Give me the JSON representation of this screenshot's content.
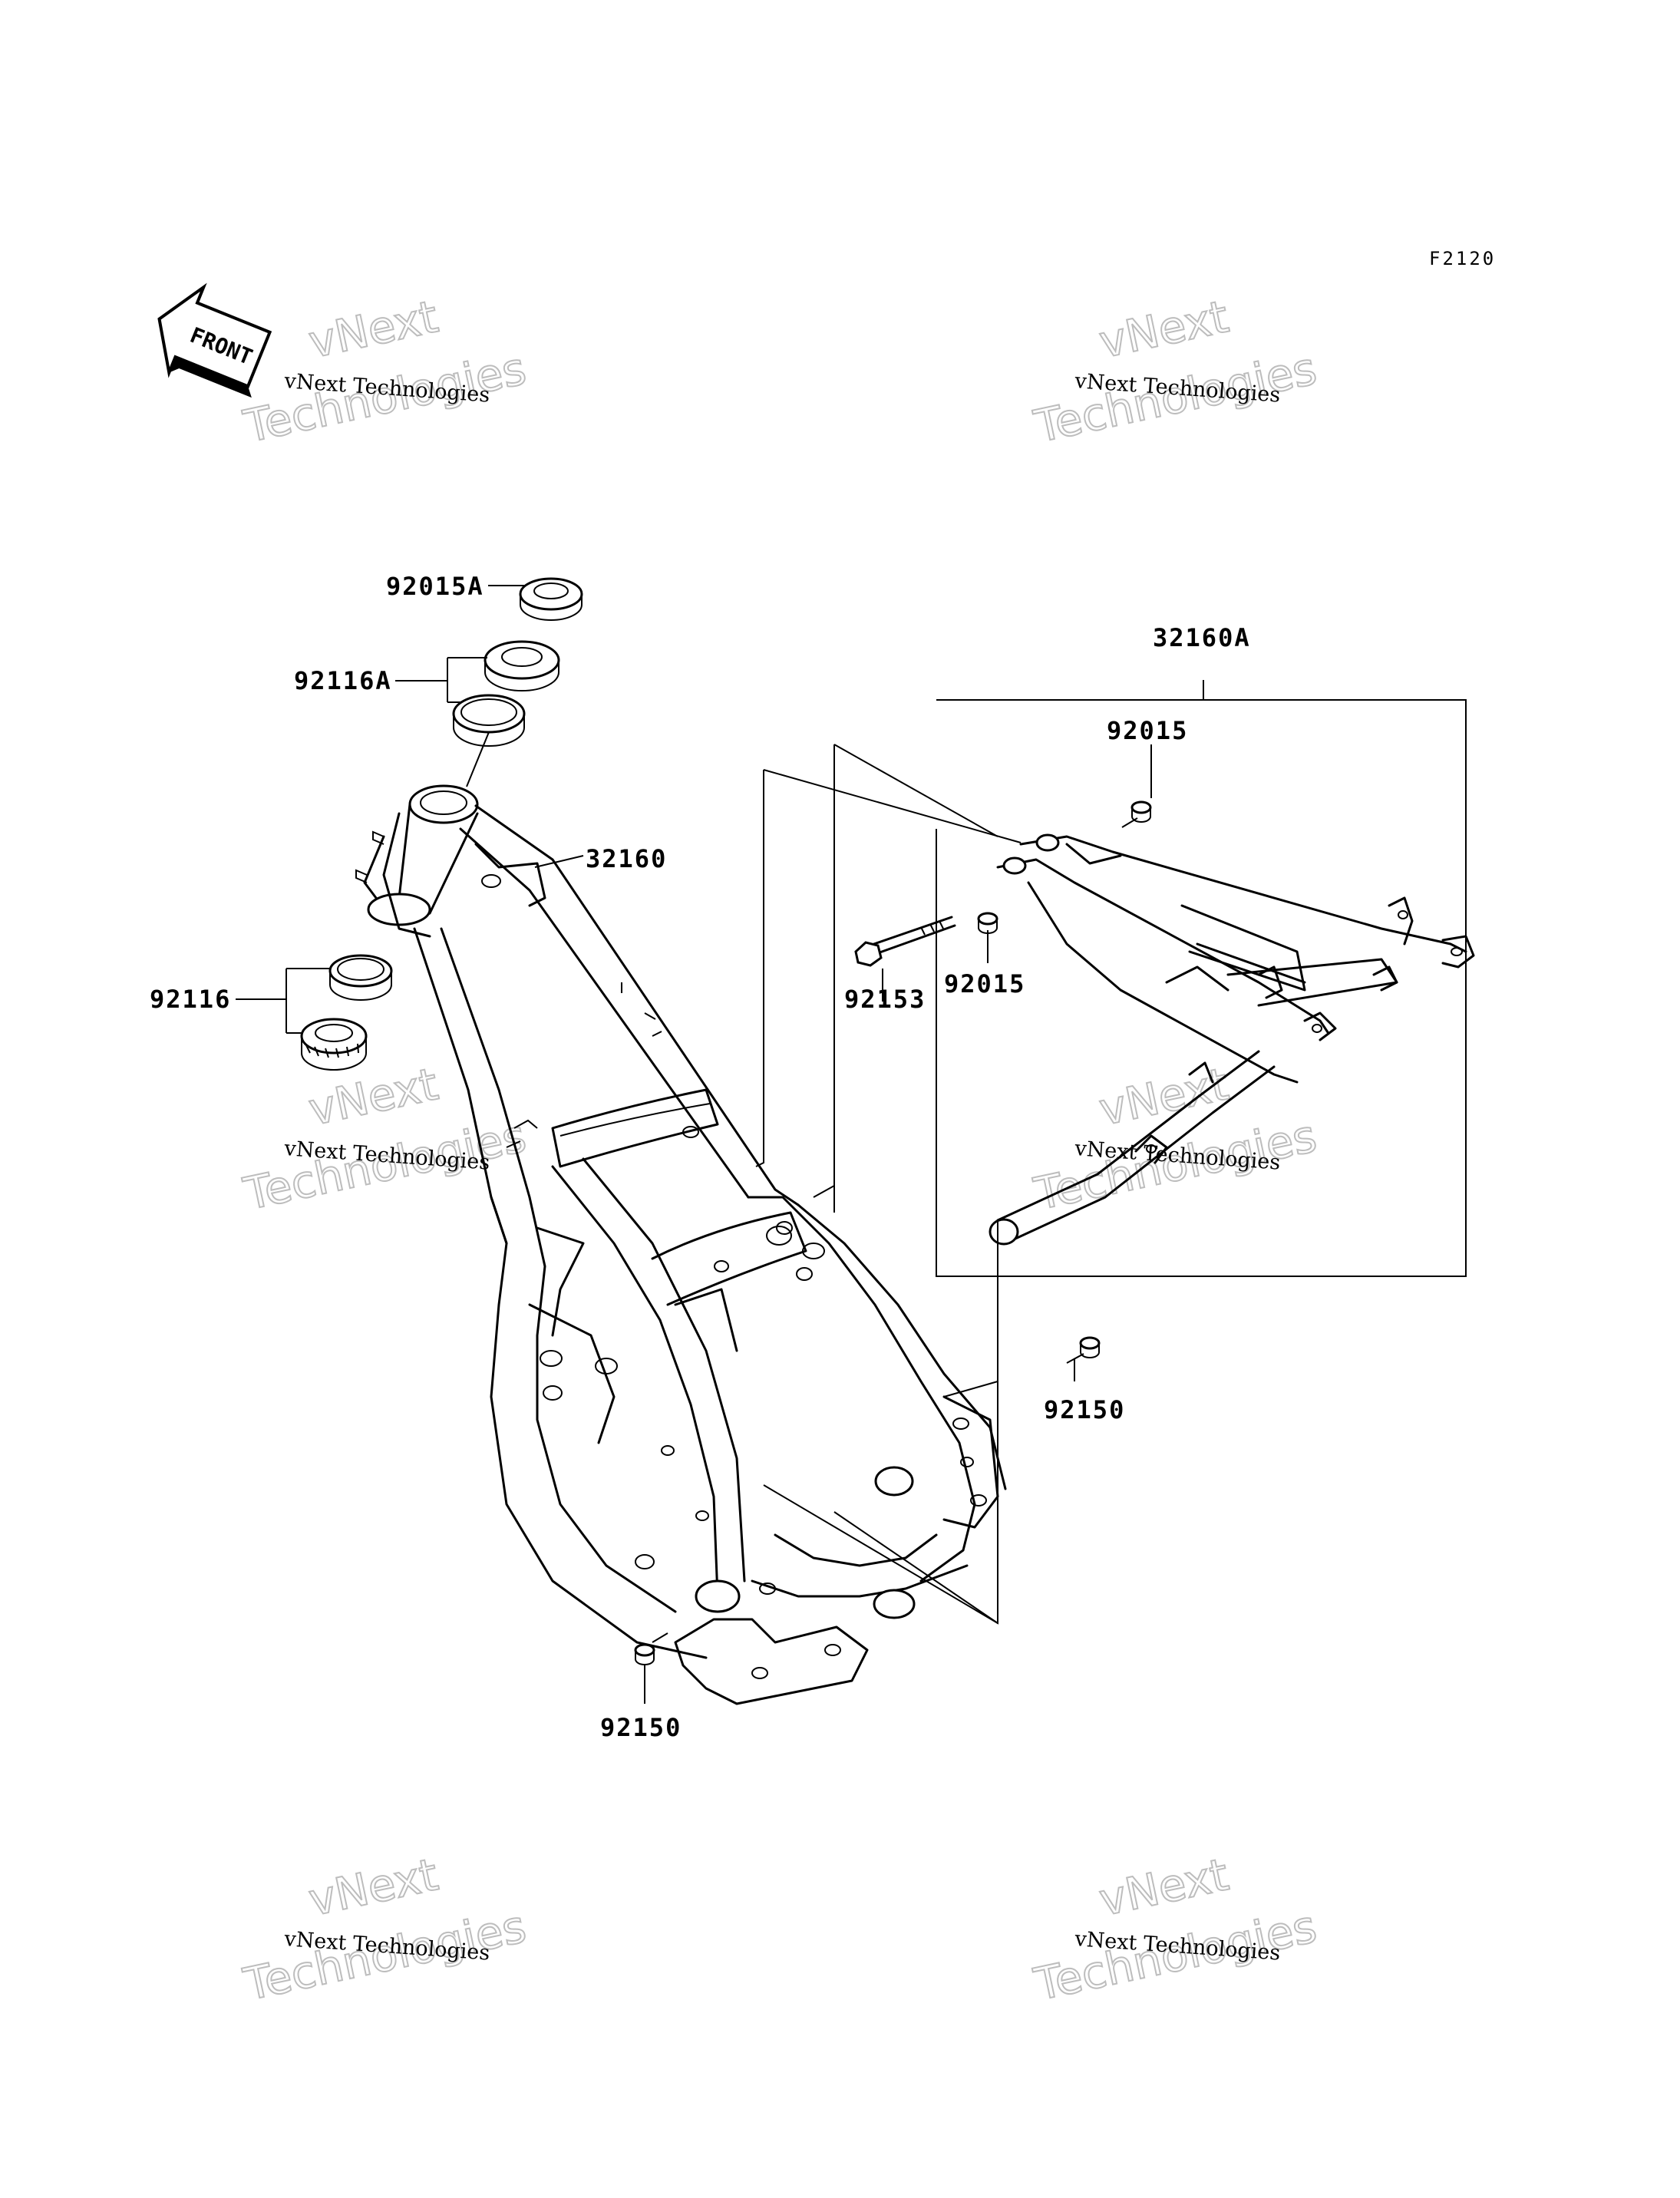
{
  "diagram": {
    "ref_code": "F2120",
    "front_arrow": {
      "text": "FRONT",
      "icon": "front-arrow-icon"
    },
    "callouts": {
      "c92015A": "92015A",
      "c92116A": "92116A",
      "c32160": "32160",
      "c92116": "92116",
      "c32160A": "32160A",
      "c92015_top": "92015",
      "c92015_mid": "92015",
      "c92153": "92153",
      "c92150_right": "92150",
      "c92150_bottom": "92150"
    },
    "watermarks": [
      {
        "small": "vNext Technologies",
        "big1": "vNext",
        "big2": "Technologies"
      },
      {
        "small": "vNext Technologies",
        "big1": "vNext",
        "big2": "Technologies"
      },
      {
        "small": "vNext Technologies",
        "big1": "vNext",
        "big2": "Technologies"
      },
      {
        "small": "vNext Technologies",
        "big1": "vNext",
        "big2": "Technologies"
      },
      {
        "small": "vNext Technologies",
        "big1": "vNext",
        "big2": "Technologies"
      },
      {
        "small": "vNext Technologies",
        "big1": "vNext",
        "big2": "Technologies"
      }
    ]
  }
}
